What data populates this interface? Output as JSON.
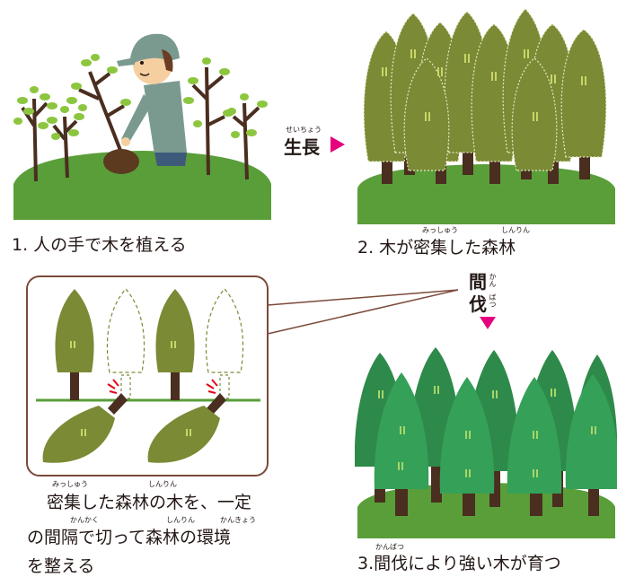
{
  "panels": {
    "planting": {
      "caption": "1. 人の手で木を植える"
    },
    "growth_arrow": {
      "label": "生長",
      "ruby": "せいちょう"
    },
    "dense": {
      "caption": "2. 木が密集した森林",
      "ruby_missyu": "みっしゅう",
      "ruby_shinrin": "しんりん"
    },
    "thinning_arrow": {
      "label_1": "間",
      "label_2": "伐",
      "ruby_1": "かん",
      "ruby_2": "ばつ"
    },
    "explanation": {
      "line1": "密集した森林の木を、一定",
      "line2": "の間隔で切って森林の環境",
      "line3": "を整える",
      "ruby_missyu": "みっしゅう",
      "ruby_shinrin1": "しんりん",
      "ruby_kankaku": "かんかく",
      "ruby_shinrin2": "しんりん",
      "ruby_kankyou": "かんきょう"
    },
    "result": {
      "caption": "3.間伐により強い木が育つ",
      "ruby_kanbatsu": "かんばつ"
    }
  },
  "colors": {
    "ground": "#5a9e3a",
    "olive_tree": "#6d7d2b",
    "green_tree": "#2e8a4a",
    "trunk": "#4a2e1f",
    "arrow": "#e4007f",
    "inset_border": "#7a4a3a",
    "cut_mark": "#e60012"
  },
  "icons": [
    "farmer-figure",
    "sapling-icon",
    "cedar-tree-icon",
    "cut-tree-icon",
    "arrow-right-icon",
    "arrow-down-icon"
  ]
}
